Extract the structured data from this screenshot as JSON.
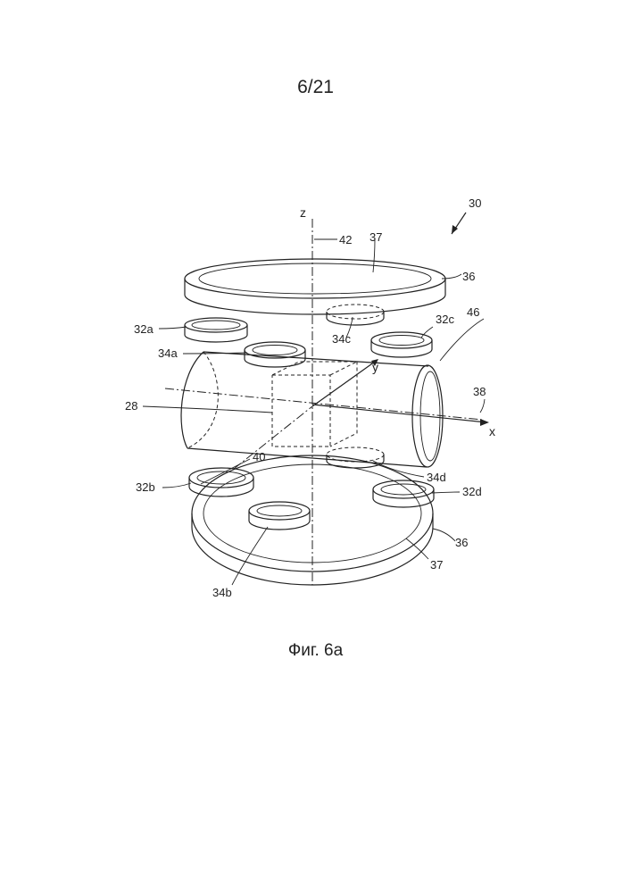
{
  "page_number": "6/21",
  "caption": "Фиг. 6а",
  "axes": {
    "z": "z",
    "y": "y",
    "x": "x"
  },
  "labels": {
    "l30": "30",
    "l42": "42",
    "l37_top": "37",
    "l36_top": "36",
    "l32a": "32a",
    "l34c": "34c",
    "l32c": "32c",
    "l46": "46",
    "l34a": "34a",
    "l38": "38",
    "l28": "28",
    "l40": "40",
    "l34d": "34d",
    "l32b": "32b",
    "l32d": "32d",
    "l36_bot": "36",
    "l37_bot": "37",
    "l34b": "34b"
  }
}
